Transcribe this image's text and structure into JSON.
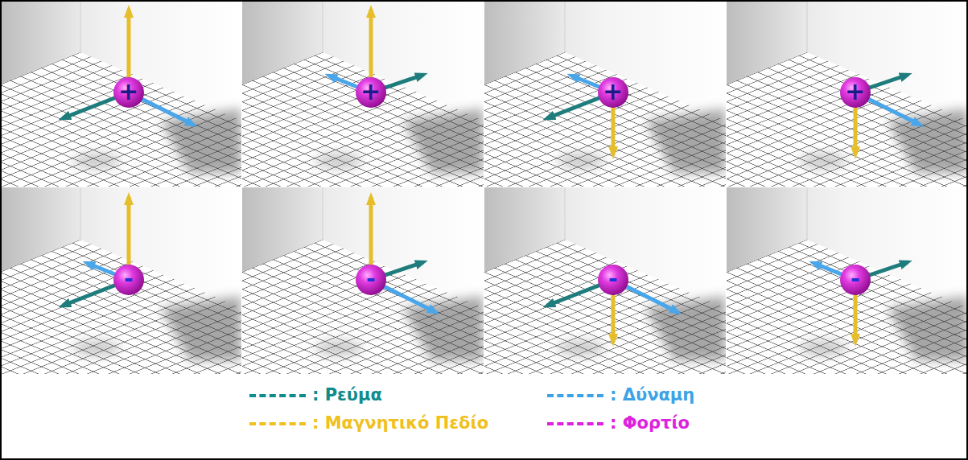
{
  "diagram": {
    "labels": [
      "+",
      "+",
      "+",
      "+",
      "-",
      "-",
      "-",
      "-"
    ],
    "legend": [
      {
        "text": ": Ρεύμα",
        "color": "#0e8c8c"
      },
      {
        "text": ": Δύναμη",
        "color": "#3ba3e6"
      },
      {
        "text": ": Μαγνητικό Πεδίο",
        "color": "#f0c020"
      },
      {
        "text": ": Φορτίο",
        "color": "#dd22dd"
      }
    ]
  }
}
